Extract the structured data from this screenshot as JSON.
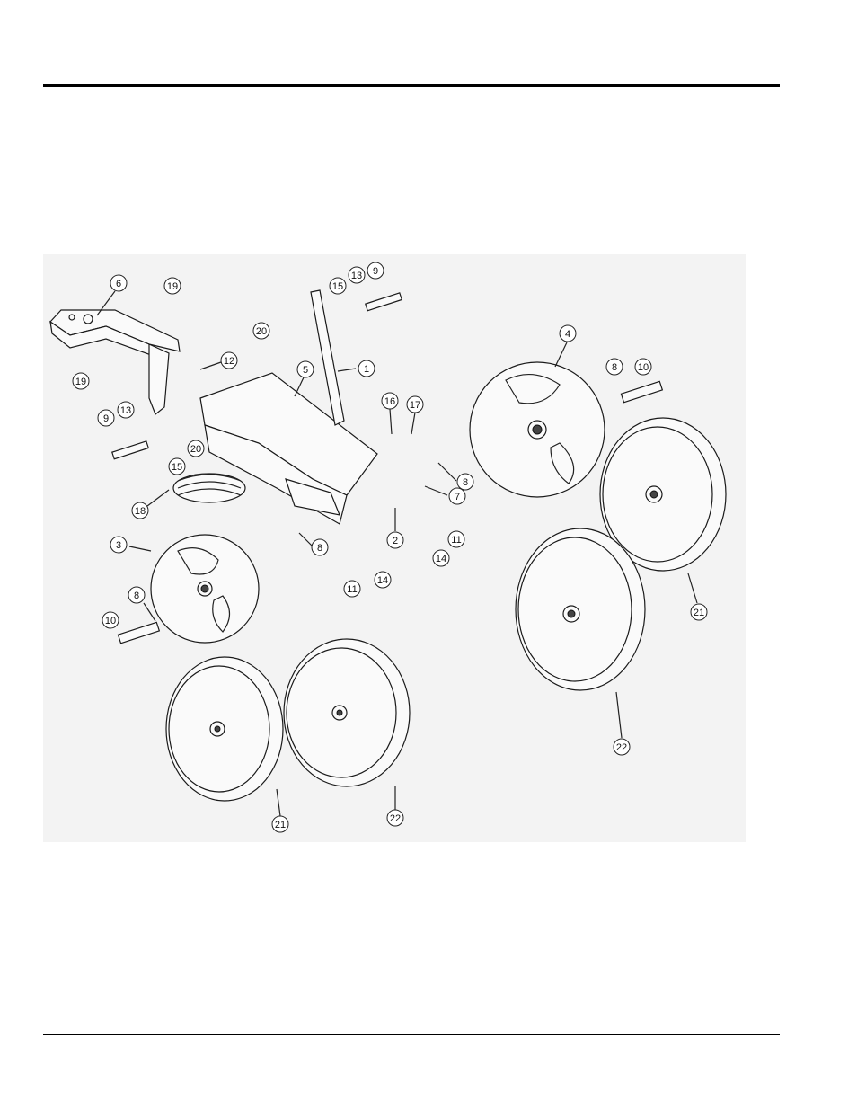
{
  "header": {
    "links": [
      "",
      ""
    ]
  },
  "diagram": {
    "callouts": [
      "1",
      "2",
      "3",
      "4",
      "5",
      "6",
      "7",
      "8",
      "9",
      "10",
      "11",
      "12",
      "13",
      "14",
      "15",
      "16",
      "17",
      "18",
      "19",
      "20",
      "21",
      "22"
    ]
  }
}
